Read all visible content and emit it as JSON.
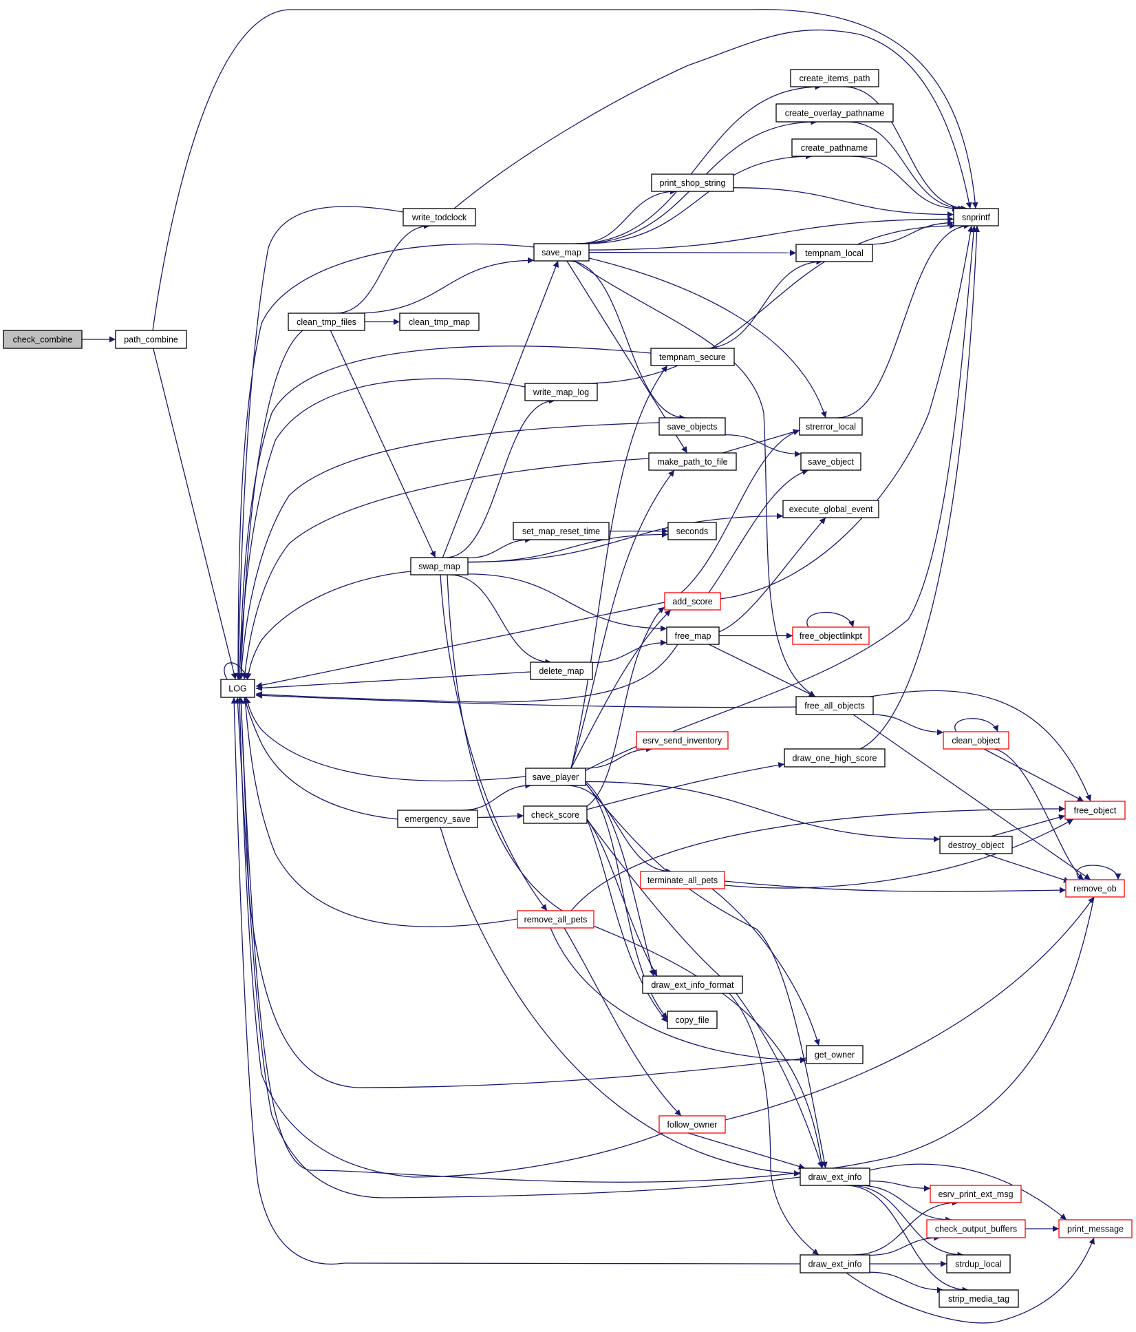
{
  "title": "Call graph for check_combine",
  "colors": {
    "edge": "#191970",
    "node_border": "#000000",
    "node_border_truncated": "#ff0000",
    "root_fill": "#bfbfbf",
    "node_fill": "#ffffff"
  },
  "nodes": [
    {
      "id": "check_combine",
      "label": "check_combine",
      "root": true,
      "red": false
    },
    {
      "id": "path_combine",
      "label": "path_combine",
      "red": false
    },
    {
      "id": "LOG",
      "label": "LOG",
      "red": false
    },
    {
      "id": "snprintf",
      "label": "snprintf",
      "red": false
    },
    {
      "id": "write_todclock",
      "label": "write_todclock",
      "red": false
    },
    {
      "id": "save_map",
      "label": "save_map",
      "red": false
    },
    {
      "id": "clean_tmp_files",
      "label": "clean_tmp_files",
      "red": false
    },
    {
      "id": "clean_tmp_map",
      "label": "clean_tmp_map",
      "red": false
    },
    {
      "id": "create_items_path",
      "label": "create_items_path",
      "red": false
    },
    {
      "id": "create_overlay_pathname",
      "label": "create_overlay_pathname",
      "red": false
    },
    {
      "id": "create_pathname",
      "label": "create_pathname",
      "red": false
    },
    {
      "id": "print_shop_string",
      "label": "print_shop_string",
      "red": false
    },
    {
      "id": "tempnam_local",
      "label": "tempnam_local",
      "red": false
    },
    {
      "id": "tempnam_secure",
      "label": "tempnam_secure",
      "red": false
    },
    {
      "id": "write_map_log",
      "label": "write_map_log",
      "red": false
    },
    {
      "id": "save_objects",
      "label": "save_objects",
      "red": false
    },
    {
      "id": "make_path_to_file",
      "label": "make_path_to_file",
      "red": false
    },
    {
      "id": "strerror_local",
      "label": "strerror_local",
      "red": false
    },
    {
      "id": "save_object",
      "label": "save_object",
      "red": false
    },
    {
      "id": "execute_global_event",
      "label": "execute_global_event",
      "red": false
    },
    {
      "id": "set_map_reset_time",
      "label": "set_map_reset_time",
      "red": false
    },
    {
      "id": "seconds",
      "label": "seconds",
      "red": false
    },
    {
      "id": "swap_map",
      "label": "swap_map",
      "red": false
    },
    {
      "id": "add_score",
      "label": "add_score",
      "red": true
    },
    {
      "id": "free_map",
      "label": "free_map",
      "red": false
    },
    {
      "id": "free_objectlinkpt",
      "label": "free_objectlinkpt",
      "red": true
    },
    {
      "id": "delete_map",
      "label": "delete_map",
      "red": false
    },
    {
      "id": "free_all_objects",
      "label": "free_all_objects",
      "red": false
    },
    {
      "id": "clean_object",
      "label": "clean_object",
      "red": true
    },
    {
      "id": "esrv_send_inventory",
      "label": "esrv_send_inventory",
      "red": true
    },
    {
      "id": "draw_one_high_score",
      "label": "draw_one_high_score",
      "red": false
    },
    {
      "id": "save_player",
      "label": "save_player",
      "red": false
    },
    {
      "id": "emergency_save",
      "label": "emergency_save",
      "red": false
    },
    {
      "id": "check_score",
      "label": "check_score",
      "red": false
    },
    {
      "id": "free_object",
      "label": "free_object",
      "red": true
    },
    {
      "id": "destroy_object",
      "label": "destroy_object",
      "red": false
    },
    {
      "id": "terminate_all_pets",
      "label": "terminate_all_pets",
      "red": true
    },
    {
      "id": "remove_ob",
      "label": "remove_ob",
      "red": true
    },
    {
      "id": "remove_all_pets",
      "label": "remove_all_pets",
      "red": true
    },
    {
      "id": "draw_ext_info_format",
      "label": "draw_ext_info_format",
      "red": false
    },
    {
      "id": "copy_file",
      "label": "copy_file",
      "red": false
    },
    {
      "id": "get_owner",
      "label": "get_owner",
      "red": false
    },
    {
      "id": "follow_owner",
      "label": "follow_owner",
      "red": true
    },
    {
      "id": "draw_ext_info_a",
      "label": "draw_ext_info",
      "red": false
    },
    {
      "id": "esrv_print_ext_msg",
      "label": "esrv_print_ext_msg",
      "red": true
    },
    {
      "id": "check_output_buffers",
      "label": "check_output_buffers",
      "red": true
    },
    {
      "id": "print_message",
      "label": "print_message",
      "red": true
    },
    {
      "id": "draw_ext_info_b",
      "label": "draw_ext_info",
      "red": false
    },
    {
      "id": "strdup_local",
      "label": "strdup_local",
      "red": false
    },
    {
      "id": "strip_media_tag",
      "label": "strip_media_tag",
      "red": false
    }
  ],
  "edges": [
    [
      "check_combine",
      "path_combine"
    ],
    [
      "path_combine",
      "LOG"
    ],
    [
      "path_combine",
      "snprintf"
    ],
    [
      "LOG",
      "LOG"
    ],
    [
      "write_todclock",
      "LOG"
    ],
    [
      "write_todclock",
      "snprintf"
    ],
    [
      "clean_tmp_files",
      "LOG"
    ],
    [
      "clean_tmp_files",
      "write_todclock"
    ],
    [
      "clean_tmp_files",
      "save_map"
    ],
    [
      "clean_tmp_files",
      "clean_tmp_map"
    ],
    [
      "clean_tmp_files",
      "swap_map"
    ],
    [
      "save_map",
      "LOG"
    ],
    [
      "save_map",
      "create_items_path"
    ],
    [
      "save_map",
      "create_overlay_pathname"
    ],
    [
      "save_map",
      "create_pathname"
    ],
    [
      "save_map",
      "print_shop_string"
    ],
    [
      "save_map",
      "snprintf"
    ],
    [
      "save_map",
      "tempnam_local"
    ],
    [
      "save_map",
      "save_objects"
    ],
    [
      "save_map",
      "make_path_to_file"
    ],
    [
      "save_map",
      "strerror_local"
    ],
    [
      "save_map",
      "free_all_objects"
    ],
    [
      "create_items_path",
      "snprintf"
    ],
    [
      "create_overlay_pathname",
      "snprintf"
    ],
    [
      "create_pathname",
      "snprintf"
    ],
    [
      "print_shop_string",
      "snprintf"
    ],
    [
      "tempnam_local",
      "snprintf"
    ],
    [
      "tempnam_secure",
      "LOG"
    ],
    [
      "tempnam_secure",
      "tempnam_local"
    ],
    [
      "write_map_log",
      "LOG"
    ],
    [
      "write_map_log",
      "snprintf"
    ],
    [
      "save_objects",
      "LOG"
    ],
    [
      "save_objects",
      "save_object"
    ],
    [
      "make_path_to_file",
      "LOG"
    ],
    [
      "make_path_to_file",
      "strerror_local"
    ],
    [
      "strerror_local",
      "snprintf"
    ],
    [
      "swap_map",
      "LOG"
    ],
    [
      "swap_map",
      "save_map"
    ],
    [
      "swap_map",
      "write_map_log"
    ],
    [
      "swap_map",
      "execute_global_event"
    ],
    [
      "swap_map",
      "set_map_reset_time"
    ],
    [
      "swap_map",
      "seconds"
    ],
    [
      "swap_map",
      "free_map"
    ],
    [
      "swap_map",
      "delete_map"
    ],
    [
      "swap_map",
      "remove_all_pets"
    ],
    [
      "swap_map",
      "draw_ext_info_a"
    ],
    [
      "set_map_reset_time",
      "seconds"
    ],
    [
      "add_score",
      "LOG"
    ],
    [
      "add_score",
      "snprintf"
    ],
    [
      "add_score",
      "strerror_local"
    ],
    [
      "add_score",
      "save_object"
    ],
    [
      "free_map",
      "LOG"
    ],
    [
      "free_map",
      "execute_global_event"
    ],
    [
      "free_map",
      "free_objectlinkpt"
    ],
    [
      "free_map",
      "free_all_objects"
    ],
    [
      "free_objectlinkpt",
      "free_objectlinkpt"
    ],
    [
      "delete_map",
      "LOG"
    ],
    [
      "delete_map",
      "free_map"
    ],
    [
      "free_all_objects",
      "LOG"
    ],
    [
      "free_all_objects",
      "clean_object"
    ],
    [
      "free_all_objects",
      "free_object"
    ],
    [
      "free_all_objects",
      "remove_ob"
    ],
    [
      "clean_object",
      "clean_object"
    ],
    [
      "clean_object",
      "free_object"
    ],
    [
      "clean_object",
      "remove_ob"
    ],
    [
      "draw_one_high_score",
      "snprintf"
    ],
    [
      "save_player",
      "LOG"
    ],
    [
      "save_player",
      "tempnam_secure"
    ],
    [
      "save_player",
      "make_path_to_file"
    ],
    [
      "save_player",
      "add_score"
    ],
    [
      "save_player",
      "esrv_send_inventory"
    ],
    [
      "save_player",
      "destroy_object"
    ],
    [
      "save_player",
      "terminate_all_pets"
    ],
    [
      "save_player",
      "draw_ext_info_format"
    ],
    [
      "save_player",
      "copy_file"
    ],
    [
      "save_player",
      "draw_ext_info_a"
    ],
    [
      "save_player",
      "snprintf"
    ],
    [
      "emergency_save",
      "LOG"
    ],
    [
      "emergency_save",
      "save_player"
    ],
    [
      "emergency_save",
      "check_score"
    ],
    [
      "emergency_save",
      "draw_ext_info_a"
    ],
    [
      "check_score",
      "add_score"
    ],
    [
      "check_score",
      "draw_one_high_score"
    ],
    [
      "check_score",
      "draw_ext_info_format"
    ],
    [
      "check_score",
      "copy_file"
    ],
    [
      "check_score",
      "draw_ext_info_a"
    ],
    [
      "destroy_object",
      "free_object"
    ],
    [
      "destroy_object",
      "remove_ob"
    ],
    [
      "terminate_all_pets",
      "free_object"
    ],
    [
      "terminate_all_pets",
      "remove_ob"
    ],
    [
      "terminate_all_pets",
      "get_owner"
    ],
    [
      "remove_all_pets",
      "LOG"
    ],
    [
      "remove_all_pets",
      "free_object"
    ],
    [
      "remove_all_pets",
      "get_owner"
    ],
    [
      "remove_all_pets",
      "follow_owner"
    ],
    [
      "draw_ext_info_format",
      "draw_ext_info_b"
    ],
    [
      "get_owner",
      "LOG"
    ],
    [
      "follow_owner",
      "LOG"
    ],
    [
      "follow_owner",
      "remove_ob"
    ],
    [
      "follow_owner",
      "draw_ext_info_a"
    ],
    [
      "draw_ext_info_a",
      "LOG"
    ],
    [
      "draw_ext_info_a",
      "esrv_print_ext_msg"
    ],
    [
      "draw_ext_info_a",
      "check_output_buffers"
    ],
    [
      "draw_ext_info_a",
      "strdup_local"
    ],
    [
      "draw_ext_info_a",
      "strip_media_tag"
    ],
    [
      "draw_ext_info_a",
      "print_message"
    ],
    [
      "draw_ext_info_b",
      "LOG"
    ],
    [
      "draw_ext_info_b",
      "esrv_print_ext_msg"
    ],
    [
      "draw_ext_info_b",
      "check_output_buffers"
    ],
    [
      "draw_ext_info_b",
      "strdup_local"
    ],
    [
      "draw_ext_info_b",
      "strip_media_tag"
    ],
    [
      "draw_ext_info_b",
      "print_message"
    ],
    [
      "check_output_buffers",
      "print_message"
    ],
    [
      "remove_ob",
      "LOG"
    ],
    [
      "remove_ob",
      "remove_ob"
    ]
  ]
}
